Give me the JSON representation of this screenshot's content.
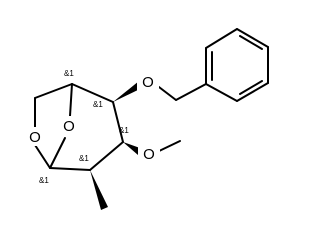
{
  "molecule": {
    "atoms": {
      "o_ring": "O",
      "o_bridge": "O",
      "o_benzyloxy": "O",
      "o_methoxy": "O"
    },
    "stereo_labels": {
      "c1": "&1",
      "c2": "&1",
      "c3": "&1",
      "c4": "&1",
      "c5": "&1"
    },
    "colors": {
      "bond": "#000000",
      "text": "#000000",
      "background": "#ffffff"
    }
  }
}
